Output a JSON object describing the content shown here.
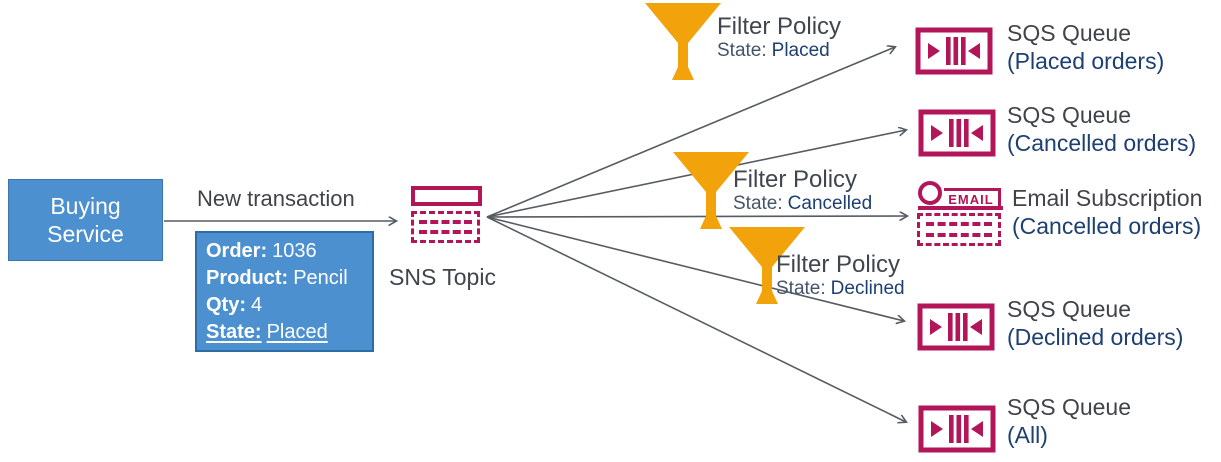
{
  "colors": {
    "box_blue_fill": "#4d90d0",
    "box_blue_border": "#2e6da4",
    "aws_crimson": "#b31559",
    "funnel_orange": "#f2a30b",
    "arrow_gray": "#575c63",
    "heading_text": "#404449",
    "blue_text": "#1d3f72",
    "state_label_text": "#44546a"
  },
  "buying_service": {
    "line1": "Buying",
    "line2": "Service"
  },
  "flow": {
    "transaction_label": "New transaction",
    "sns_label": "SNS Topic"
  },
  "order_card": {
    "rows": [
      {
        "label": "Order:",
        "value": "1036"
      },
      {
        "label": "Product:",
        "value": "Pencil"
      },
      {
        "label": "Qty:",
        "value": "4"
      },
      {
        "label": "State:",
        "value": "Placed"
      }
    ]
  },
  "filters": [
    {
      "title": "Filter Policy",
      "state_label": "State:",
      "state_value": "Placed"
    },
    {
      "title": "Filter Policy",
      "state_label": "State:",
      "state_value": "Cancelled"
    },
    {
      "title": "Filter Policy",
      "state_label": "State:",
      "state_value": "Declined"
    }
  ],
  "email_icon_label": "EMAIL",
  "targets": [
    {
      "kind": "sqs-queue",
      "name": "SQS Queue",
      "scope": "(Placed orders)"
    },
    {
      "kind": "sqs-queue",
      "name": "SQS Queue",
      "scope": "(Cancelled orders)"
    },
    {
      "kind": "email-subscription",
      "name": "Email Subscription",
      "scope": "(Cancelled orders)"
    },
    {
      "kind": "sqs-queue",
      "name": "SQS Queue",
      "scope": "(Declined orders)"
    },
    {
      "kind": "sqs-queue",
      "name": "SQS Queue",
      "scope": "(All)"
    }
  ]
}
